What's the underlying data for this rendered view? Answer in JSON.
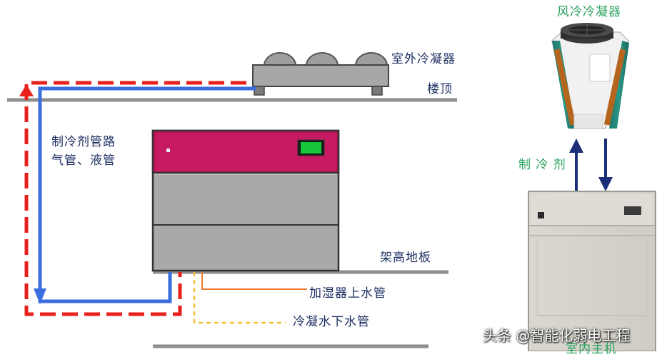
{
  "labels": {
    "outdoor_condenser": "室外冷凝器",
    "rooftop": "楼顶",
    "refrigerant_pipe_line1": "制冷剂管路",
    "refrigerant_pipe_line2": "气管、液管",
    "raised_floor": "架高地板",
    "humidifier_inlet": "加湿器上水管",
    "condensate_drain": "冷凝水下水管",
    "air_cooled_condenser": "风冷冷凝器",
    "refrigerant": "制 冷 剂",
    "indoor_unit_partial": "室内主机"
  },
  "watermark": "头条 @智能化弱电工程",
  "colors": {
    "pipe_blue": "#3a6ee0",
    "dashed_red": "#e8201c",
    "unit_top_magenta": "#c0125a",
    "unit_body_gray": "#a9a9a9",
    "display_green": "#18c83c",
    "drain_yellow": "#f2c037",
    "inlet_orange": "#f07a2e",
    "floor_line_gray": "#8e8e8e",
    "arrow_navy": "#1c2f77"
  }
}
